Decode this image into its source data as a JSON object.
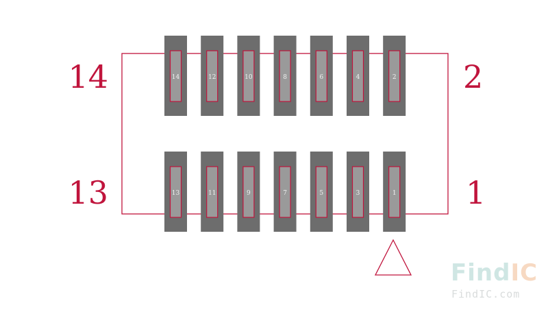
{
  "corner_labels": {
    "top_left": "14",
    "top_right": "2",
    "bottom_left": "13",
    "bottom_right": "1"
  },
  "top_pads": [
    "14",
    "12",
    "10",
    "8",
    "6",
    "4",
    "2"
  ],
  "bottom_pads": [
    "13",
    "11",
    "9",
    "7",
    "5",
    "3",
    "1"
  ],
  "colors": {
    "pad": "#6d6d6d",
    "pad_inner": "#9a9a9a",
    "outline": "#c0143c"
  },
  "watermark": {
    "logo_part1": "Find",
    "logo_part2": "IC",
    "url": "FindIC.com"
  }
}
